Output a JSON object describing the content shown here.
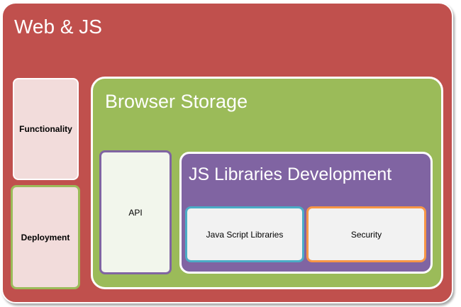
{
  "diagram": {
    "outer": {
      "title": "Web & JS",
      "color": "#c0504d"
    },
    "left_boxes": [
      {
        "label": "Functionality",
        "fill": "#f2dcdb",
        "border": "#ffffff"
      },
      {
        "label": "Deployment",
        "fill": "#f2dcdb",
        "border": "#9bbb59"
      }
    ],
    "browser_storage": {
      "title": "Browser Storage",
      "color": "#9bbb59",
      "api_box": {
        "label": "API",
        "fill": "#f2f6ec",
        "border": "#8064a2"
      },
      "js_libraries": {
        "title": "JS Libraries Development",
        "color": "#8064a2",
        "boxes": [
          {
            "label": "Java Script Libraries",
            "border": "#4bacc6"
          },
          {
            "label": "Security",
            "border": "#f79646"
          }
        ]
      }
    }
  }
}
